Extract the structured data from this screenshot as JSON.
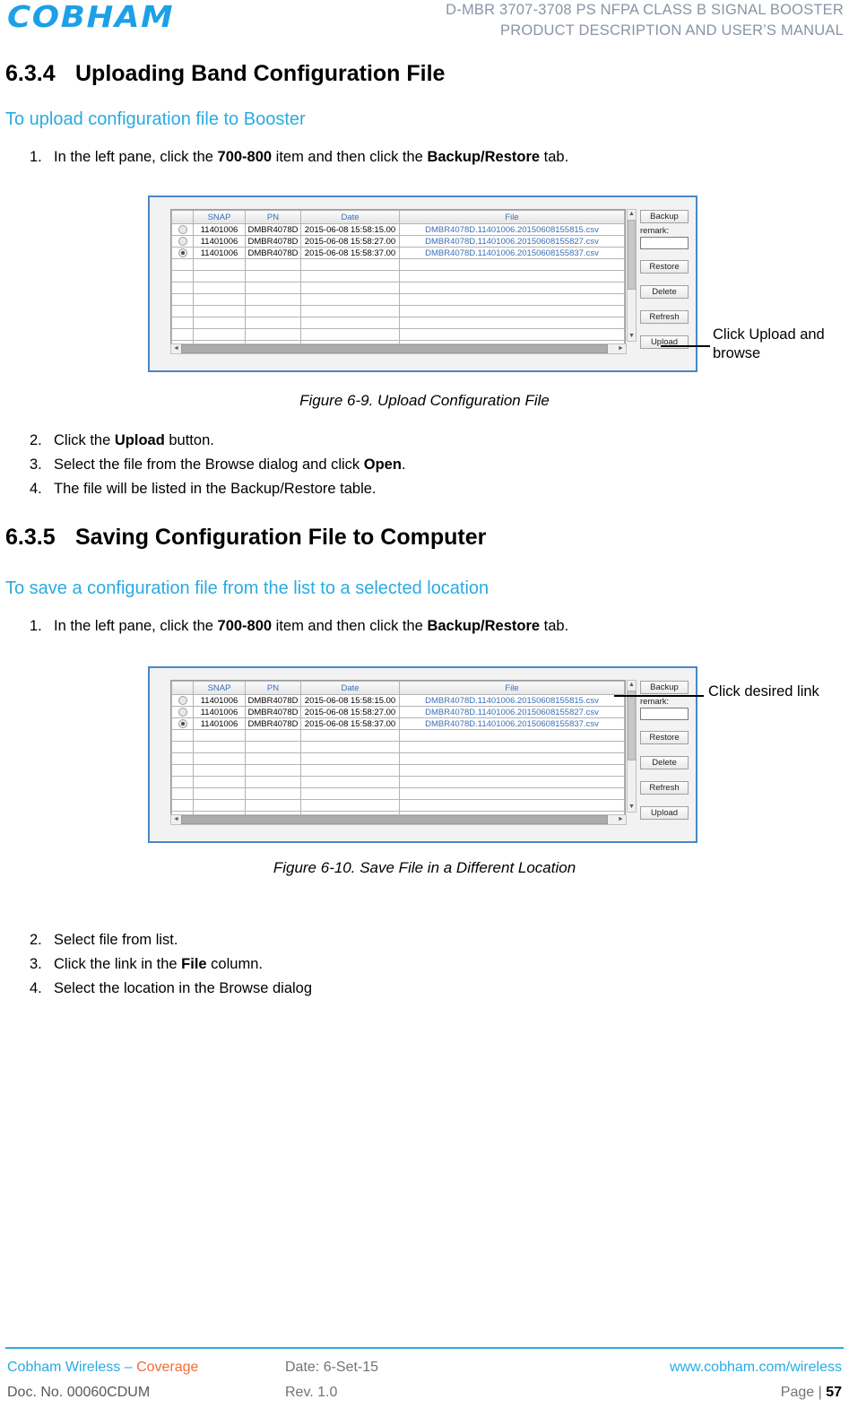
{
  "header": {
    "logo": "COBHAM",
    "line1": "D-MBR 3707-3708 PS NFPA CLASS B SIGNAL BOOSTER",
    "line2": "PRODUCT DESCRIPTION AND USER’S MANUAL",
    "color": "#8894a6"
  },
  "accent_color": "#29ABE2",
  "logo_color": "#1CA0E8",
  "sections": [
    {
      "number": "6.3.4",
      "title": "Uploading Band Configuration File",
      "subtitle": "To upload configuration file to Booster",
      "step1_pre": "In the left pane, click the ",
      "step1_b1": "700-800",
      "step1_mid": " item and then click the ",
      "step1_b2": "Backup/Restore",
      "step1_post": " tab.",
      "caption": "Figure 6-9. Upload Configuration File",
      "callout": "Click Upload and browse",
      "callout_l1": "Click Upload and",
      "callout_l2": "browse",
      "steps_after": [
        {
          "n": "2.",
          "pre": "Click the ",
          "b": "Upload",
          "post": " button."
        },
        {
          "n": "3.",
          "pre": "Select the file from the Browse dialog and click ",
          "b": "Open",
          "post": "."
        },
        {
          "n": "4.",
          "pre": "The file will be listed in the Backup/Restore table.",
          "b": "",
          "post": ""
        }
      ]
    },
    {
      "number": "6.3.5",
      "title": "Saving Configuration File to Computer",
      "subtitle": "To save a configuration file from the list to a selected location",
      "step1_pre": "In the left pane, click the ",
      "step1_b1": "700-800",
      "step1_mid": " item and then click the ",
      "step1_b2": "Backup/Restore",
      "step1_post": " tab.",
      "caption": "Figure 6-10. Save File in a Different Location",
      "callout": "Click desired link",
      "steps_after": [
        {
          "n": "2.",
          "pre": "Select file from list.",
          "b": "",
          "post": ""
        },
        {
          "n": "3.",
          "pre": "Click the link in the ",
          "b": "File",
          "post": " column."
        },
        {
          "n": "4.",
          "pre": "Select the location in the Browse dialog",
          "b": "",
          "post": ""
        }
      ]
    }
  ],
  "screenshot": {
    "columns": [
      "",
      "SNAP",
      "PN",
      "Date",
      "File"
    ],
    "rows": [
      {
        "selected": false,
        "snap": "11401006",
        "pn": "DMBR4078D",
        "date": "2015-06-08 15:58:15.00",
        "file": "DMBR4078D.11401006.20150608155815.csv"
      },
      {
        "selected": false,
        "snap": "11401006",
        "pn": "DMBR4078D",
        "date": "2015-06-08 15:58:27.00",
        "file": "DMBR4078D.11401006.20150608155827.csv"
      },
      {
        "selected": true,
        "snap": "11401006",
        "pn": "DMBR4078D",
        "date": "2015-06-08 15:58:37.00",
        "file": "DMBR4078D.11401006.20150608155837.csv"
      }
    ],
    "empty_row_count": 8,
    "buttons": {
      "backup": "Backup",
      "restore": "Restore",
      "delete": "Delete",
      "refresh": "Refresh",
      "upload": "Upload"
    },
    "remark_label": "remark:",
    "remark_value": "",
    "scroll_up": "▲",
    "scroll_down": "▼",
    "scroll_left": "◄",
    "scroll_right": "►"
  },
  "footer": {
    "company": "Cobham Wireless",
    "dash": " – ",
    "coverage": "Coverage",
    "date": "Date: 6-Set-15",
    "website": "www.cobham.com/wireless",
    "docno": "Doc. No. 00060CDUM",
    "rev": "Rev. 1.0",
    "page_label": "Page | ",
    "page_number": "57"
  }
}
